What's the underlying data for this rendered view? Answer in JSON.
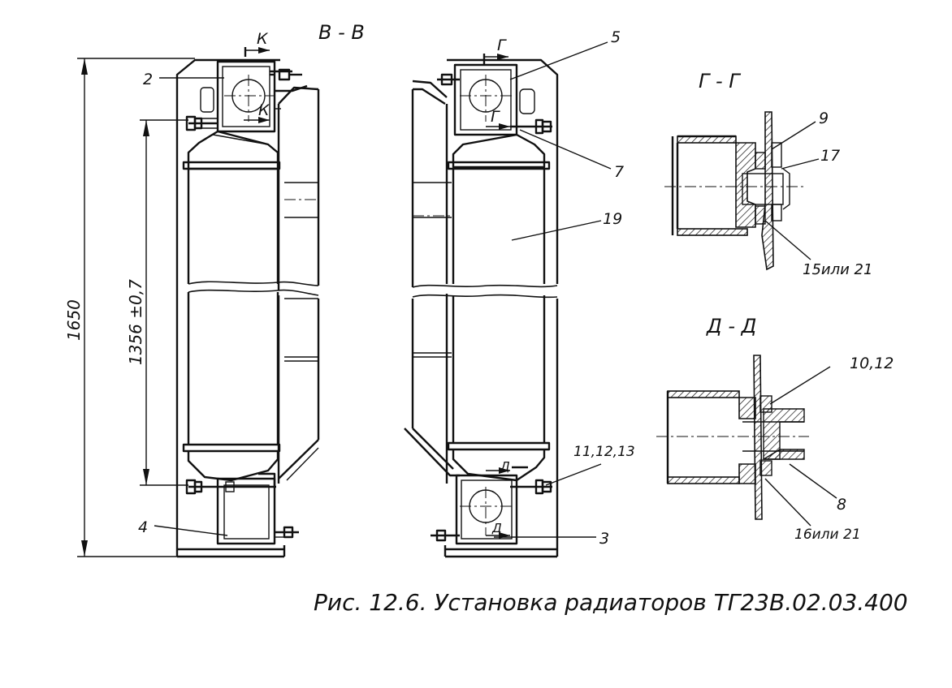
{
  "labels": {
    "view_bb": "В - В",
    "mark_k_top": "К",
    "mark_k_mid": "К",
    "mark_g_top": "Г",
    "mark_g_mid": "Г",
    "mark_d_bottom": "Д",
    "mark_d_bottom2": "Д",
    "section_gg": "Г - Г",
    "section_dd": "Д - Д"
  },
  "dimensions": {
    "overall_height": "1650",
    "pitch": "1356 ±0,7"
  },
  "callouts": {
    "c2": "2",
    "c4": "4",
    "c5": "5",
    "c7": "7",
    "c19": "19",
    "c3": "3",
    "c11": "11,12,13",
    "c9": "9",
    "c17": "17",
    "c15": "15или 21",
    "c1012": "10,12",
    "c8": "8",
    "c16": "16или 21"
  },
  "caption": "Рис. 12.6. Установка радиаторов ТГ23В.02.03.400"
}
